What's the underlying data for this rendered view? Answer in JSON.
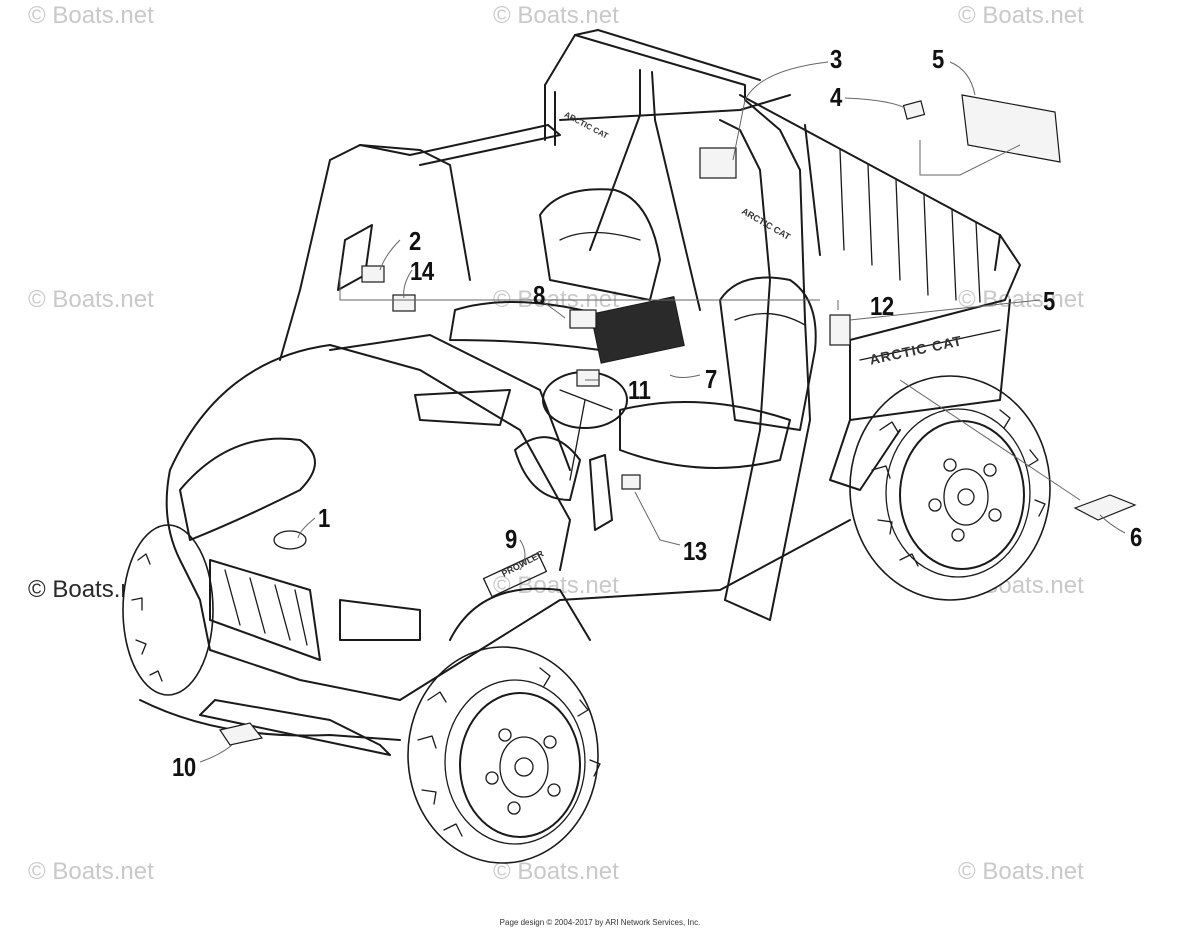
{
  "watermark": "© Boats.net",
  "footer": "Page design © 2004-2017 by ARI Network Services, Inc.",
  "callouts": {
    "c1": "1",
    "c2": "2",
    "c3": "3",
    "c4": "4",
    "c5a": "5",
    "c5b": "5",
    "c6": "6",
    "c7": "7",
    "c8": "8",
    "c9": "9",
    "c10": "10",
    "c11": "11",
    "c12": "12",
    "c13": "13",
    "c14": "14"
  },
  "decals": {
    "bed_side": "ARCTIC CAT",
    "seat_back": "ARCTIC CAT",
    "seat_back_rear": "ARCTIC CAT",
    "hood_side": "PROWLER"
  }
}
